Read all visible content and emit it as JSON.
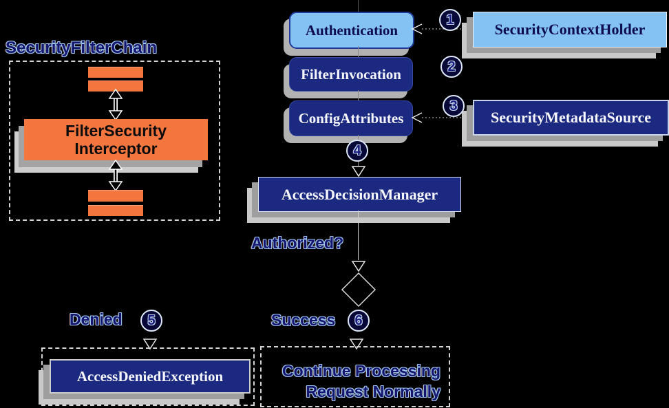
{
  "colors": {
    "background": "#000000",
    "light_blue_fill": "#85c2f4",
    "navy_fill": "#1b2a80",
    "navy_border": "#1e3a9c",
    "orange_fill": "#f3763f",
    "shadow_dark": "#9e9e9e",
    "shadow_light": "#c9c9c9",
    "outlined_text": "#15156e",
    "outline_halo": "#9dc5ee",
    "dashed_border": "#d4d4d4"
  },
  "left": {
    "title": "SecurityFilterChain",
    "interceptor": {
      "line1": "FilterSecurity",
      "line2": "Interceptor"
    }
  },
  "flow": {
    "authentication": "Authentication",
    "filter_invocation": "FilterInvocation",
    "config_attributes": "ConfigAttributes",
    "access_decision_manager": "AccessDecisionManager",
    "security_context_holder": "SecurityContextHolder",
    "security_metadata_source": "SecurityMetadataSource",
    "authorized": "Authorized?",
    "denied": "Denied",
    "success": "Success",
    "access_denied_exception": "AccessDeniedException",
    "continue": {
      "line1": "Continue Processing",
      "line2": "Request Normally"
    }
  },
  "steps": {
    "s1": "1",
    "s2": "2",
    "s3": "3",
    "s4": "4",
    "s5": "5",
    "s6": "6"
  }
}
